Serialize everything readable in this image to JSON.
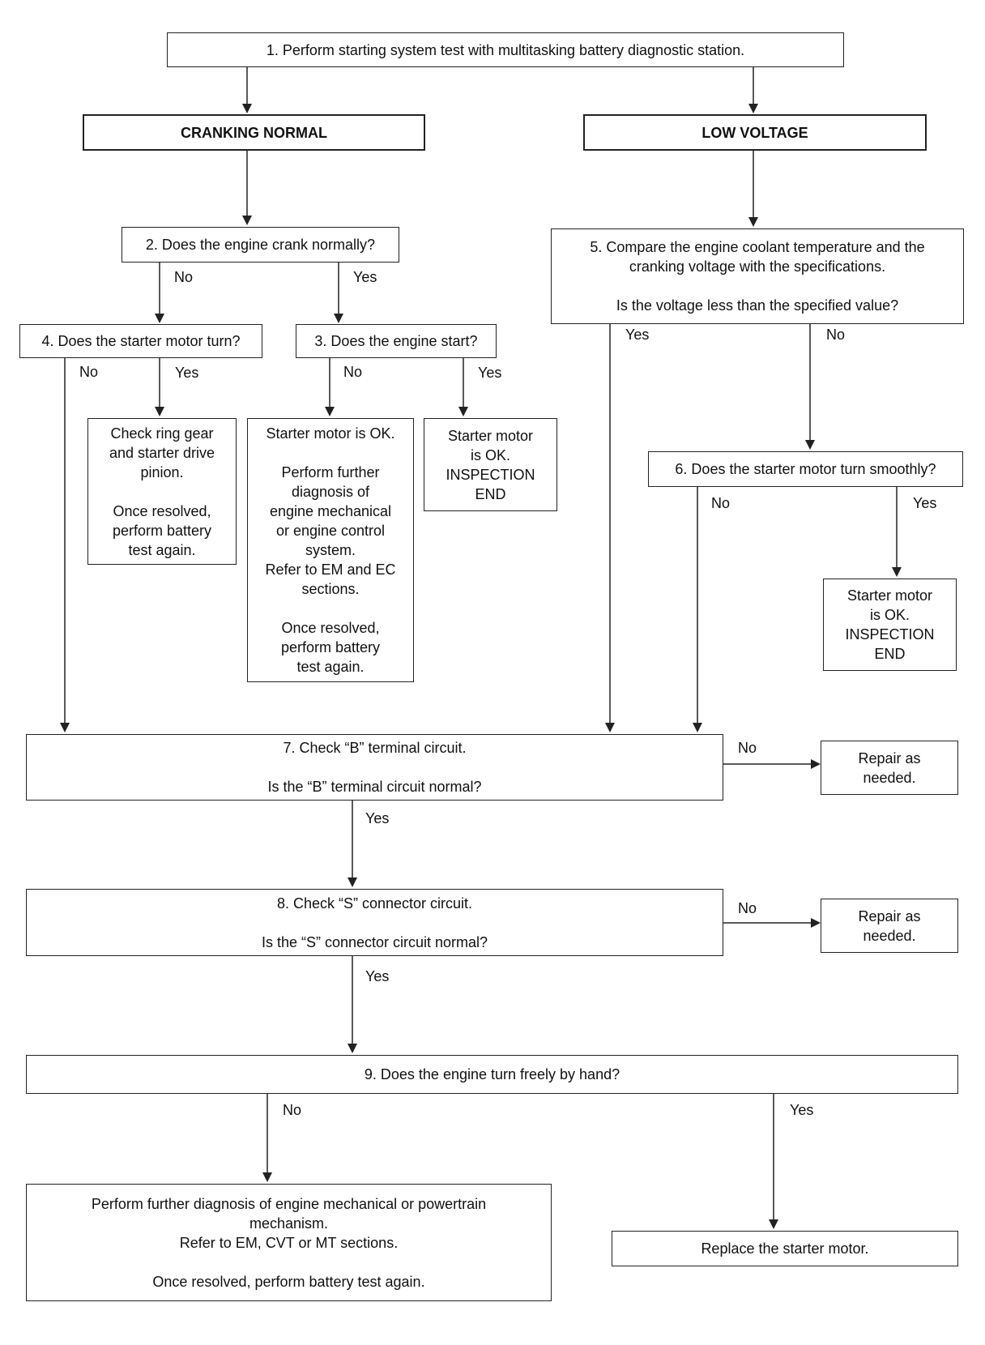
{
  "nodes": {
    "n1": "1. Perform starting system test with multitasking battery diagnostic station.",
    "cranking_normal": "CRANKING NORMAL",
    "low_voltage": "LOW VOLTAGE",
    "n2": "2. Does the engine crank normally?",
    "n5": {
      "line1": "5. Compare the engine coolant temperature and the",
      "line2": "cranking voltage with the specifications.",
      "line3": "Is the voltage less than the specified value?"
    },
    "n4": "4. Does the starter motor turn?",
    "n3": "3. Does the engine start?",
    "ring_gear": {
      "line1": "Check ring gear",
      "line2": "and starter drive",
      "line3": "pinion.",
      "line4": "Once resolved,",
      "line5": "perform battery",
      "line6": "test again."
    },
    "starter_ok_further": {
      "line1": "Starter motor is OK.",
      "line2": "Perform further",
      "line3": "diagnosis of",
      "line4": "engine mechanical",
      "line5": "or engine control",
      "line6": "system.",
      "line7": "Refer to EM and EC",
      "line8": "sections.",
      "line9": "Once resolved,",
      "line10": "perform battery",
      "line11": "test again."
    },
    "starter_ok_end_a": {
      "line1": "Starter motor",
      "line2": "is OK.",
      "line3": "INSPECTION",
      "line4": "END"
    },
    "n6": "6. Does the starter motor turn smoothly?",
    "starter_ok_end_b": {
      "line1": "Starter motor",
      "line2": "is OK.",
      "line3": "INSPECTION",
      "line4": "END"
    },
    "n7": {
      "line1": "7. Check “B” terminal circuit.",
      "line2": "Is the “B” terminal circuit normal?"
    },
    "repair_a": {
      "line1": "Repair as",
      "line2": "needed."
    },
    "n8": {
      "line1": "8. Check “S” connector circuit.",
      "line2": "Is the “S” connector circuit normal?"
    },
    "repair_b": {
      "line1": "Repair as",
      "line2": "needed."
    },
    "n9": "9. Does the engine turn freely by hand?",
    "powertrain": {
      "line1": "Perform further diagnosis of engine mechanical or powertrain",
      "line2": "mechanism.",
      "line3": "Refer to EM, CVT or MT sections.",
      "line4": "Once resolved, perform battery test again."
    },
    "replace": "Replace the starter motor."
  },
  "labels": {
    "no": "No",
    "yes": "Yes"
  }
}
